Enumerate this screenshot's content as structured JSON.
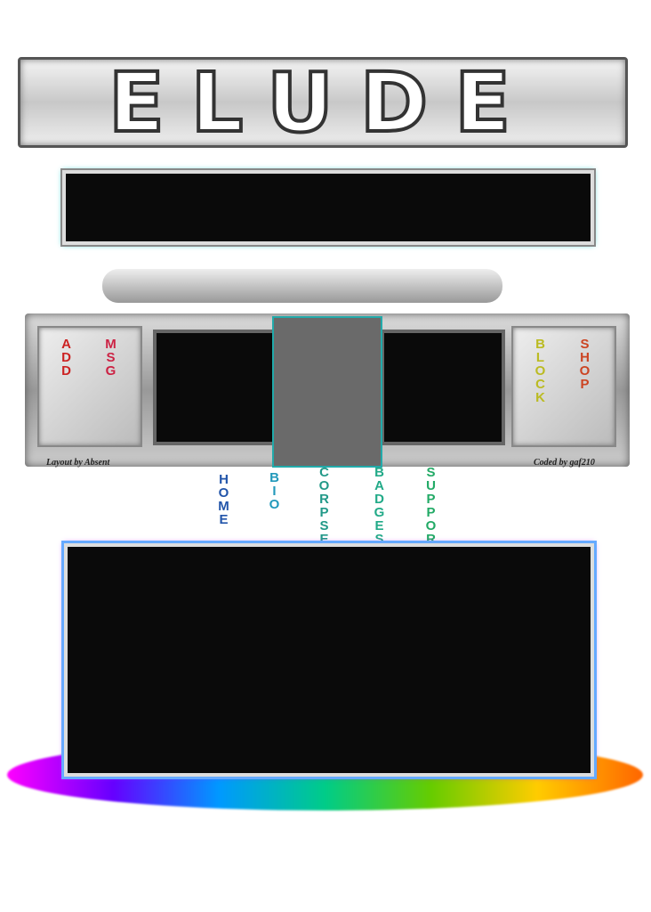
{
  "logo": {
    "text": "ELUDE"
  },
  "left_panel": {
    "links": [
      "ADD",
      "MSG"
    ]
  },
  "right_panel": {
    "links": [
      "BLOCK",
      "SHOP"
    ]
  },
  "nav": {
    "links": [
      {
        "label": "HOME",
        "color": "#2255aa"
      },
      {
        "label": "BIO",
        "color": "#2299bb"
      },
      {
        "label": "CORPSES",
        "color": "#229988"
      },
      {
        "label": "BADGES",
        "color": "#22aa88"
      },
      {
        "label": "SUPPORT",
        "color": "#22aa66"
      }
    ]
  },
  "credits": {
    "left": "Layout by Absent",
    "right": "Coded by gaf210"
  }
}
